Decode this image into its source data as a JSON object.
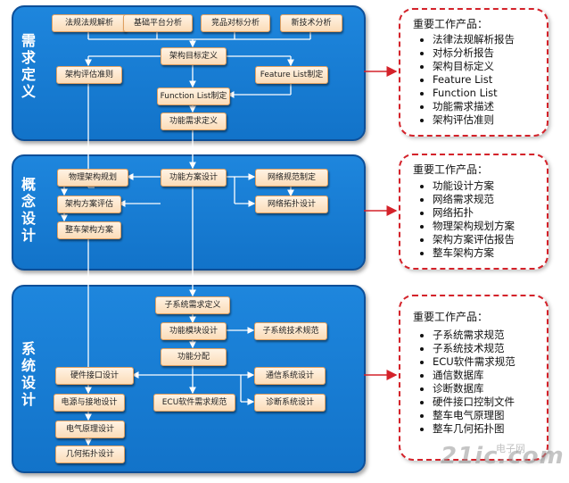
{
  "stages": [
    {
      "label": "需求定义"
    },
    {
      "label": "概念设计"
    },
    {
      "label": "系统设计"
    }
  ],
  "boxes": {
    "fagui": "法规法规解析",
    "jichu": "基础平台分析",
    "jingpin": "竞品对标分析",
    "xinjishu": "新技术分析",
    "jiagou_mubiao": "架构目标定义",
    "jiagou_pinggu_zhunze": "架构评估准则",
    "feature_list": "Feature List制定",
    "function_list": "Function List制定",
    "gongneng_xuqiu": "功能需求定义",
    "wuli_jiagou": "物理架构规划",
    "gongneng_fangan": "功能方案设计",
    "wangluo_guifan": "网络规范制定",
    "jiagou_fangan_pinggu": "架构方案评估",
    "wangluo_tuopu": "网络拓扑设计",
    "zhengche_jiagou": "整车架构方案",
    "zixitong_xuqiu": "子系统需求定义",
    "gongneng_mokuai": "功能模块设计",
    "zixitong_jishu": "子系统技术规范",
    "gongneng_fenpei": "功能分配",
    "yingjian_jiekou": "硬件接口设计",
    "tongxin_xitong": "通信系统设计",
    "dianyuan_jiedi": "电源与接地设计",
    "ecu_ruanjian": "ECU软件需求规范",
    "zhenduan_xitong": "诊断系统设计",
    "dianqi_yuanli": "电气原理设计",
    "jihe_tuopu": "几何拓扑设计"
  },
  "panels": [
    {
      "title": "重要工作产品：",
      "items": [
        "法律法规解析报告",
        "对标分析报告",
        "架构目标定义",
        "Feature List",
        "Function List",
        "功能需求描述",
        "架构评估准则"
      ]
    },
    {
      "title": "重要工作产品：",
      "items": [
        "功能设计方案",
        "网络需求规范",
        "网络拓扑",
        "物理架构规划方案",
        "架构方案评估报告",
        "整车架构方案"
      ]
    },
    {
      "title": "重要工作产品：",
      "items": [
        "子系统需求规范",
        "子系统技术规范",
        "ECU软件需求规范",
        "通信数据库",
        "诊断数据库",
        "硬件接口控制文件",
        "整车电气原理图",
        "整车几何拓扑图"
      ]
    }
  ],
  "colors": {
    "stage": "#1273c9",
    "box": "#fbdcb8",
    "panel_border": "#d4222a",
    "arrow": "#d4222a"
  },
  "watermark": {
    "main": "21ic.com",
    "sub": "电子网"
  }
}
